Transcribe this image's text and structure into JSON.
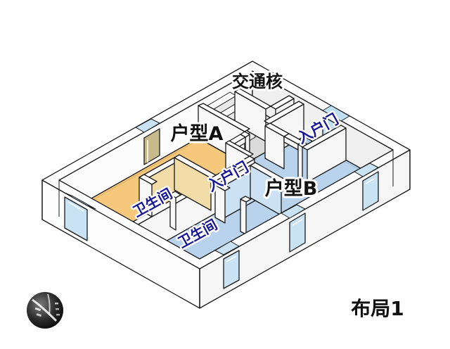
{
  "diagram": {
    "layout_title": "布局1",
    "rooms": {
      "unit_a": "户型A",
      "unit_b": "户型B",
      "core": "交通核"
    },
    "door_labels": {
      "unit_a_entry": "入户门",
      "unit_b_entry": "入户门"
    },
    "bathroom_labels": {
      "unit_a": "卫生间",
      "unit_b": "卫生间"
    },
    "colors": {
      "unit_a_floor": "#F5C87C",
      "unit_b_floor": "#B9D3ED",
      "core_floor": "#DBDBDB",
      "window_glass": "#C9E2F4",
      "window_glass_tan": "#C8BB8B",
      "entry_door_glass": "#BFE0F3",
      "bath_wall_tint_a": "#F2DCA8",
      "bath_wall_tint_b": "#CCE2F4",
      "label_blue": "#16169B",
      "label_black": "#111111",
      "wall_white": "#FFFFFF",
      "outline": "#1A1A1A"
    }
  }
}
